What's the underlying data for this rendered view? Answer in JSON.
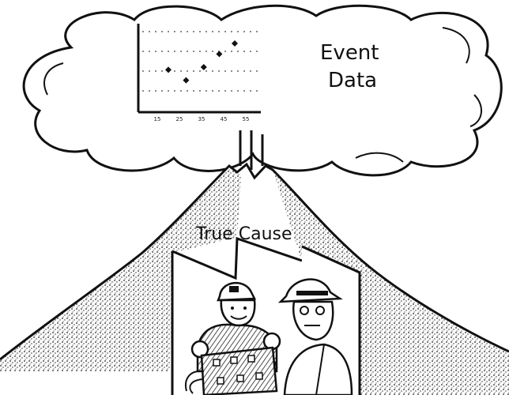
{
  "labels": {
    "event_data_line1": "Event",
    "event_data_line2": "Data",
    "true_cause": "True Cause"
  },
  "chart_data": {
    "type": "scatter",
    "x_tick_labels": [
      "15",
      "25",
      "35",
      "45",
      "55"
    ],
    "series": [
      {
        "points": [
          {
            "x": 20,
            "y": 14
          },
          {
            "x": 28,
            "y": 10
          },
          {
            "x": 36,
            "y": 15
          },
          {
            "x": 43,
            "y": 20
          },
          {
            "x": 50,
            "y": 24
          }
        ]
      }
    ],
    "xlim": [
      10,
      60
    ],
    "ylim": [
      0,
      30
    ],
    "grid": true
  },
  "colors": {
    "ink": "#111111",
    "paper": "#ffffff",
    "shading": "#555555"
  }
}
